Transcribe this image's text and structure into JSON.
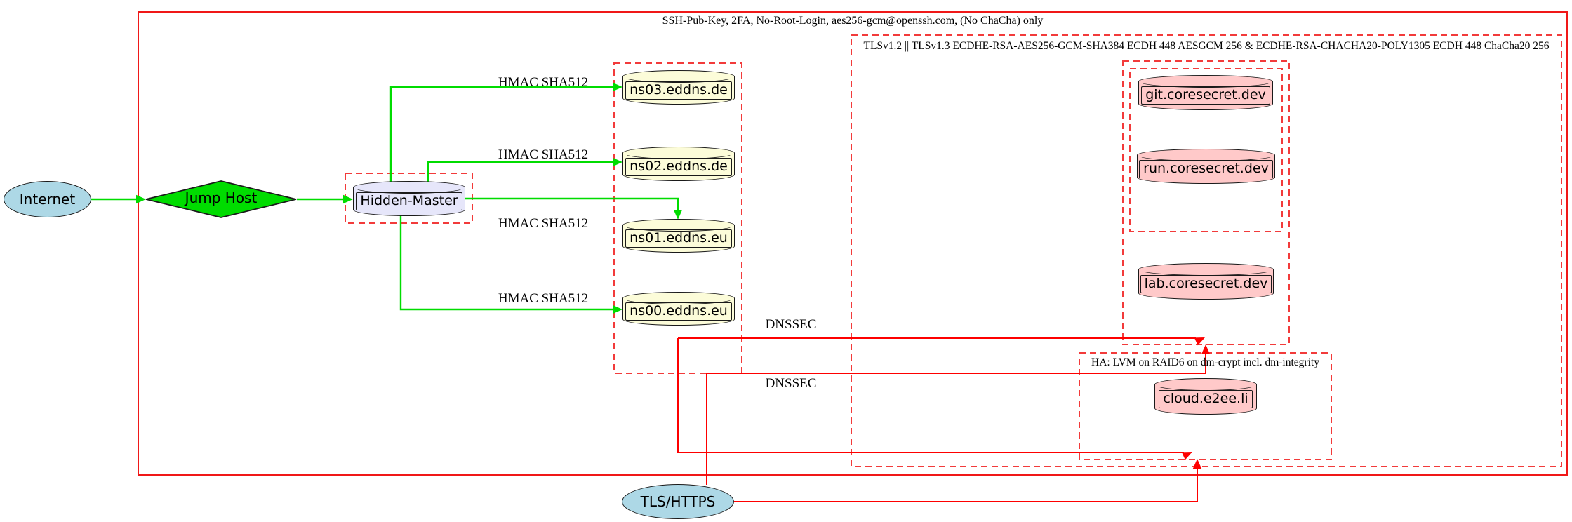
{
  "diagram": {
    "title_hint": "DNS hidden-master / hosting security diagram",
    "clusters": {
      "ssh": {
        "label": "SSH-Pub-Key, 2FA, No-Root-Login, aes256-gcm@openssh.com, (No ChaCha) only",
        "border_style": "solid"
      },
      "tls": {
        "label": "TLSv1.2 || TLSv1.3 ECDHE-RSA-AES256-GCM-SHA384 ECDH 448 AESGCM 256 & ECDHE-RSA-CHACHA20-POLY1305 ECDH 448 ChaCha20 256",
        "border_style": "dashed"
      },
      "ha": {
        "label": "HA: LVM on RAID6 on dm-crypt incl. dm-integrity",
        "border_style": "dashed"
      },
      "nameservers": {
        "label": "",
        "border_style": "dashed"
      },
      "hidden_master_box": {
        "label": "",
        "border_style": "dashed"
      },
      "coresecret_outer": {
        "label": "",
        "border_style": "dashed"
      },
      "coresecret_inner": {
        "label": "",
        "border_style": "dashed"
      }
    },
    "nodes": {
      "internet": {
        "label": "Internet",
        "shape": "ellipse",
        "fill": "#ADD8E6"
      },
      "jump_host": {
        "label": "Jump Host",
        "shape": "diamond",
        "fill": "#00DC00"
      },
      "hidden_master": {
        "label": "Hidden-Master",
        "shape": "cylinder",
        "fill": "#E6E6FA"
      },
      "ns03": {
        "label": "ns03.eddns.de",
        "shape": "cylinder",
        "fill": "#FCFCD9"
      },
      "ns02": {
        "label": "ns02.eddns.de",
        "shape": "cylinder",
        "fill": "#FCFCD9"
      },
      "ns01": {
        "label": "ns01.eddns.eu",
        "shape": "cylinder",
        "fill": "#FCFCD9"
      },
      "ns00": {
        "label": "ns00.eddns.eu",
        "shape": "cylinder",
        "fill": "#FCFCD9"
      },
      "git": {
        "label": "git.coresecret.dev",
        "shape": "cylinder",
        "fill": "#FFC9C9"
      },
      "run": {
        "label": "run.coresecret.dev",
        "shape": "cylinder",
        "fill": "#FFC9C9"
      },
      "lab": {
        "label": "lab.coresecret.dev",
        "shape": "cylinder",
        "fill": "#FFC9C9"
      },
      "cloud": {
        "label": "cloud.e2ee.li",
        "shape": "cylinder",
        "fill": "#FFC9C9"
      },
      "tls_https": {
        "label": "TLS/HTTPS",
        "shape": "ellipse",
        "fill": "#ADD8E6"
      }
    },
    "edge_labels": {
      "hmac1": "HMAC SHA512",
      "hmac2": "HMAC SHA512",
      "hmac3": "HMAC SHA512",
      "hmac4": "HMAC SHA512",
      "dnssec1": "DNSSEC",
      "dnssec2": "DNSSEC"
    },
    "colors": {
      "edge_green": "#00DC00",
      "edge_red": "#FE0000",
      "cluster_solid_red": "#F01818",
      "cluster_dashed_red": "#F23B3B",
      "node_blue": "#ADD8E6",
      "node_green": "#00DC00",
      "node_lavender": "#E6E6FA",
      "node_lightyellow": "#FCFCD9",
      "node_pink": "#FFC9C9",
      "text": "#000000",
      "background": "#FFFFFF"
    }
  }
}
